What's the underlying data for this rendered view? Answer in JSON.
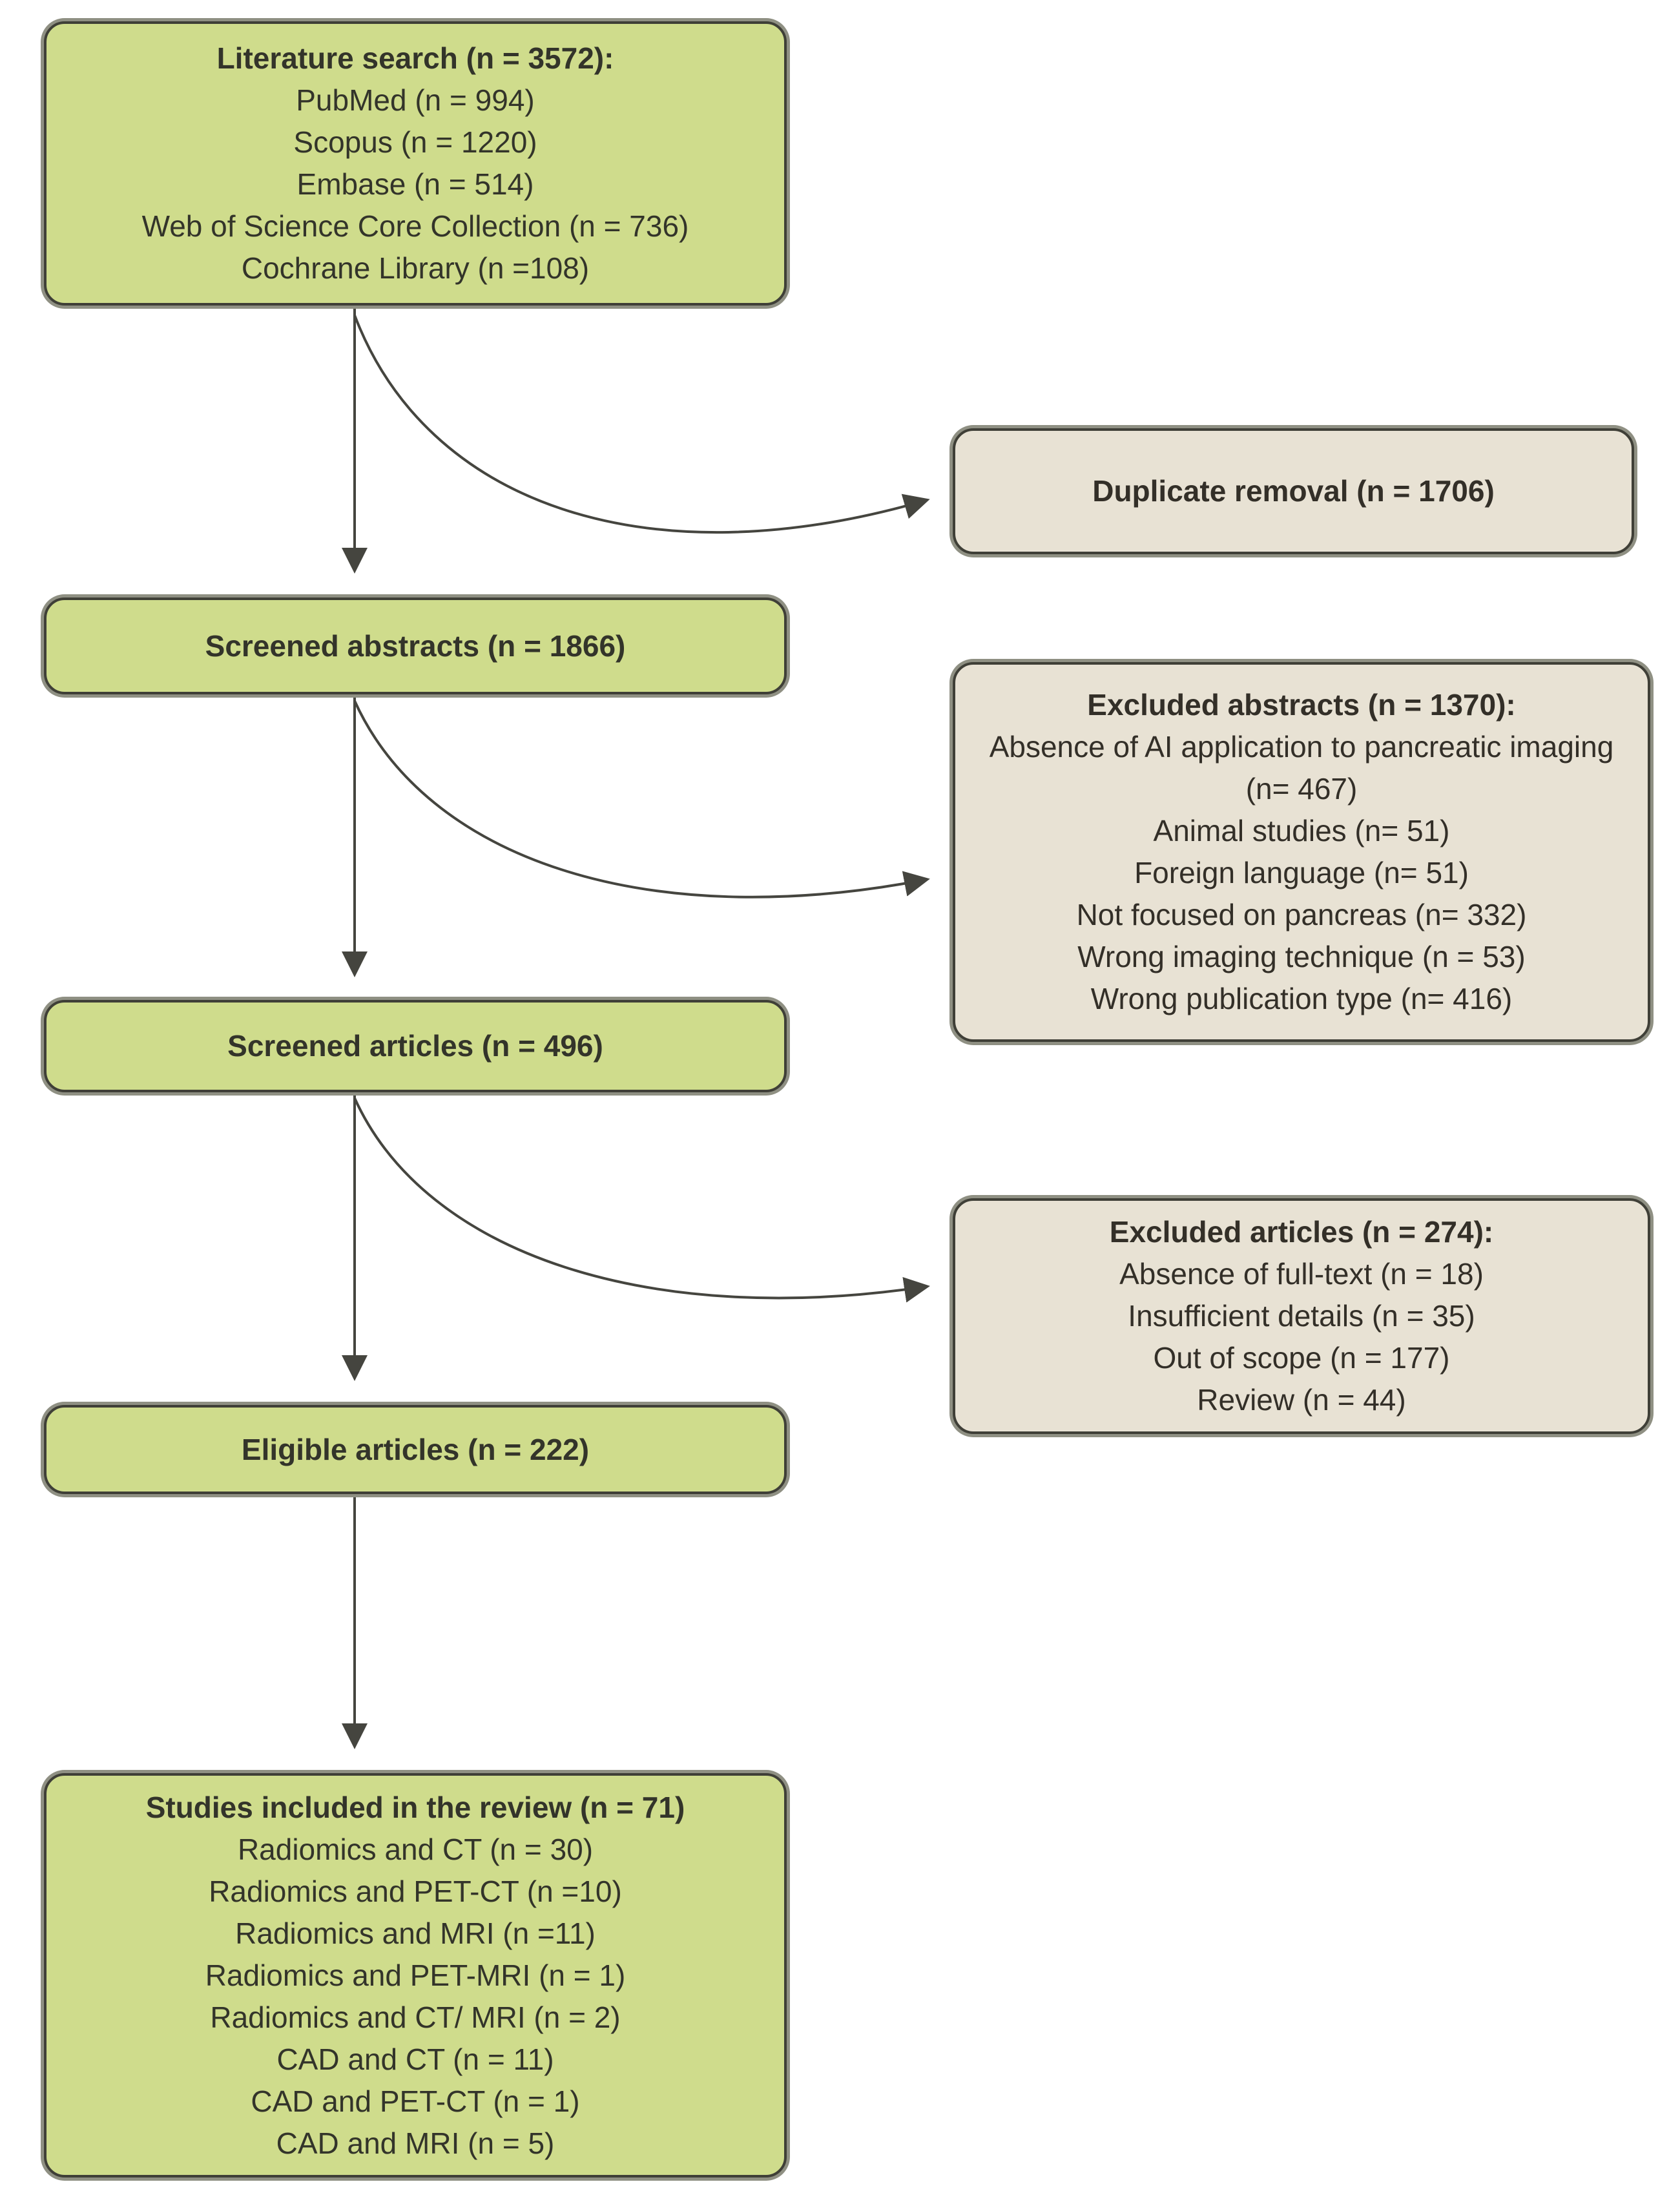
{
  "figure": {
    "type": "prisma-flow-diagram",
    "description": "Literature selection flowchart for a systematic review"
  },
  "colors": {
    "green": "#cfdc8c",
    "tan": "#e8e2d4",
    "border": "#3f3f37",
    "outline": "#8f9083",
    "text": "#33342a",
    "text_tan": "#332f28",
    "arrow": "#45453f",
    "bg": "#ffffff"
  },
  "boxes": {
    "literature": {
      "title": "Literature search (n = 3572):",
      "lines": [
        "PubMed (n = 994)",
        "Scopus (n = 1220)",
        "Embase (n = 514)",
        "Web of Science Core Collection (n = 736)",
        "Cochrane Library (n =108)"
      ]
    },
    "duplicate": {
      "title": "Duplicate removal (n = 1706)"
    },
    "screened_abstracts": {
      "title": "Screened abstracts (n = 1866)"
    },
    "excluded_abstracts": {
      "title": "Excluded abstracts (n = 1370):",
      "lines": [
        "Absence of AI application to pancreatic imaging (n= 467)",
        "Animal studies (n= 51)",
        "Foreign language (n= 51)",
        "Not focused on pancreas (n= 332)",
        "Wrong imaging technique (n = 53)",
        "Wrong publication type (n= 416)"
      ]
    },
    "screened_articles": {
      "title": "Screened articles (n = 496)"
    },
    "excluded_articles": {
      "title": "Excluded articles (n = 274):",
      "lines": [
        "Absence of full-text (n = 18)",
        "Insufficient details (n = 35)",
        "Out of scope (n = 177)",
        "Review (n = 44)"
      ]
    },
    "eligible": {
      "title": "Eligible articles (n = 222)"
    },
    "included": {
      "title": "Studies included in the review (n = 71)",
      "lines": [
        "Radiomics and CT (n = 30)",
        "Radiomics and PET-CT (n =10)",
        "Radiomics and MRI (n =11)",
        "Radiomics and PET-MRI (n = 1)",
        "Radiomics and CT/ MRI (n = 2)",
        "CAD and CT (n = 11)",
        "CAD and PET-CT (n = 1)",
        "CAD and MRI (n = 5)"
      ]
    }
  }
}
